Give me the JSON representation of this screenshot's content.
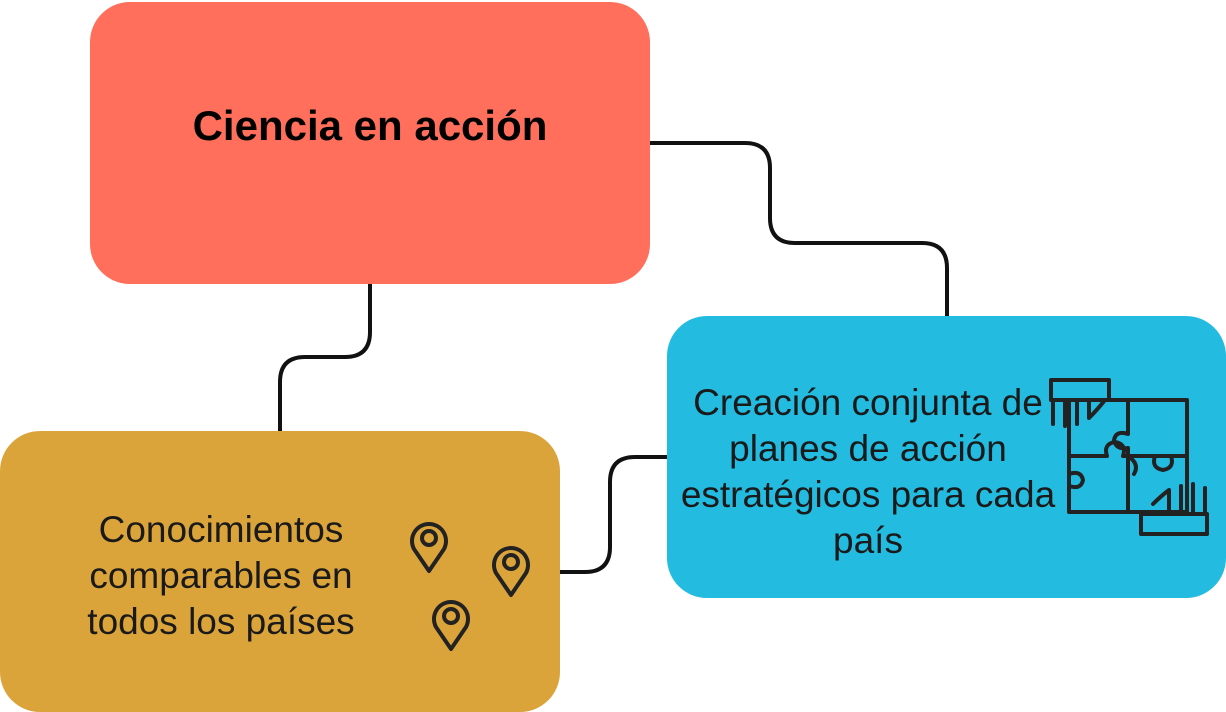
{
  "colors": {
    "main_box": "#ff6f5b",
    "blue_box": "#23bbe0",
    "gold_box": "#dba43b",
    "connector": "#111111",
    "icon_stroke": "#222222"
  },
  "nodes": {
    "main": {
      "label": "Ciencia en acción"
    },
    "blue": {
      "label": "Creación conjunta de planes de acción estratégicos para cada país",
      "icon": "puzzle-hands-icon"
    },
    "gold": {
      "label": "Conocimientos comparables en todos los países",
      "icon": "location-pin-icon"
    }
  }
}
